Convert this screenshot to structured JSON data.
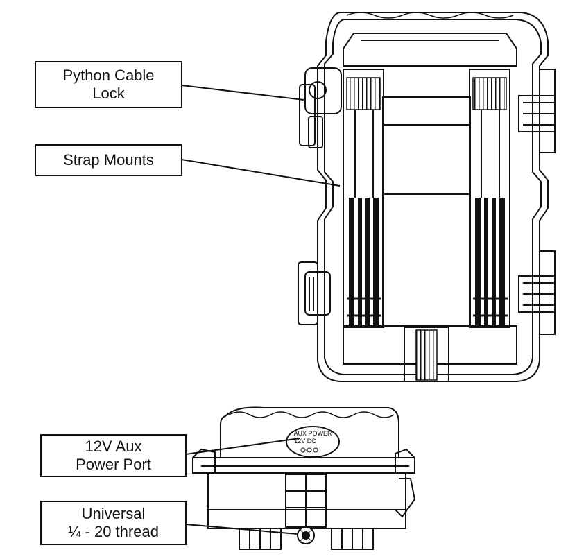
{
  "callouts": {
    "python_cable_lock": {
      "line1": "Python Cable",
      "line2": "Lock"
    },
    "strap_mounts": {
      "line1": "Strap Mounts"
    },
    "aux_power_port": {
      "line1": "12V Aux",
      "line2": "Power Port"
    },
    "universal_thread": {
      "line1": "Universal",
      "line2": "¼ - 20 thread"
    }
  },
  "bottom_view": {
    "port_label_line1": "AUX POWER",
    "port_label_line2": "12V DC"
  },
  "colors": {
    "stroke": "#111111",
    "background": "#ffffff"
  }
}
